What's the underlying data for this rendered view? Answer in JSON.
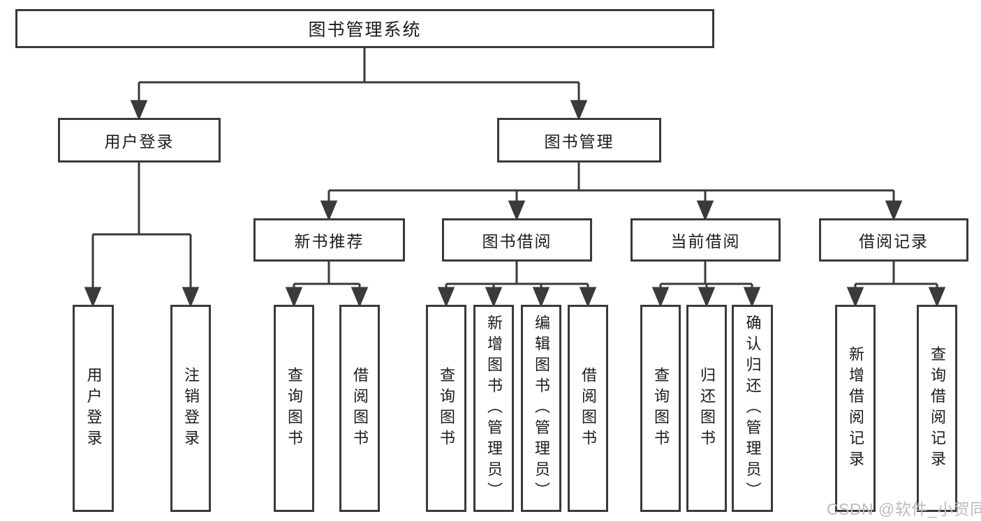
{
  "diagram": {
    "title": "图书管理系统",
    "branches": [
      {
        "label": "用户登录",
        "children": [
          "用户登录",
          "注销登录"
        ]
      },
      {
        "label": "图书管理",
        "modules": [
          {
            "label": "新书推荐",
            "children": [
              "查询图书",
              "借阅图书"
            ]
          },
          {
            "label": "图书借阅",
            "children": [
              "查询图书",
              "新增图书（管理员）",
              "编辑图书（管理员）",
              "借阅图书"
            ]
          },
          {
            "label": "当前借阅",
            "children": [
              "查询图书",
              "归还图书",
              "确认归还（管理员）"
            ]
          },
          {
            "label": "借阅记录",
            "children": [
              "新增借阅记录",
              "查询借阅记录"
            ]
          }
        ]
      }
    ]
  },
  "watermark": {
    "text": "CSDN @软件_小贺同学"
  },
  "colors": {
    "line": "#3a3a3a",
    "border": "#3a3a3a",
    "text": "#1c1c1c",
    "watermark": "#bcbcbc",
    "background": "#ffffff"
  }
}
